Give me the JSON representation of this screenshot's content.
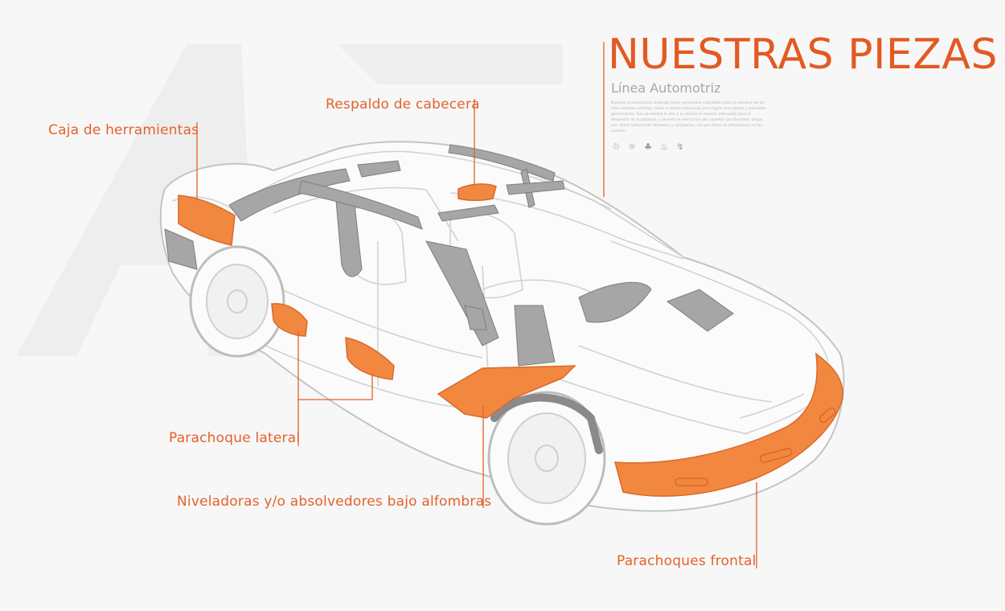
{
  "header": {
    "title": "NUESTRAS PIEZAS",
    "subtitle": "Línea Automotriz",
    "description": "Nuestra chamiza para almácigo tiene excelentes cualidades para la siembra de las más variadas semillas; tiene el diseño adecuado para lograr una rápida y saludable germinación. Sus cavidades le dan a la semilla el espacio adecuado para el desarrollo de la plántula, y permite la extracción del cepellón con facilidad, limpio, con raíces totalmente formadas y compactas, sin que éstas se introduzcan en las vecinas."
  },
  "icons": [
    "recycle-icon",
    "sun-icon",
    "plant-icon",
    "thermometer-icon",
    "lightning-icon"
  ],
  "parts": {
    "caja": "Caja de herramientas",
    "respaldo": "Respaldo de cabecera",
    "parachoque_lateral": "Parachoque lateral",
    "niveladoras": "Niveladoras y/o absolvedores bajo alfombras",
    "parachoques_frontal": "Parachoques frontal"
  },
  "colors": {
    "accent": "#e5612a",
    "part_fill": "#f2883f",
    "car_line": "#c9c9c9",
    "panel_gray": "#9f9f9f"
  }
}
